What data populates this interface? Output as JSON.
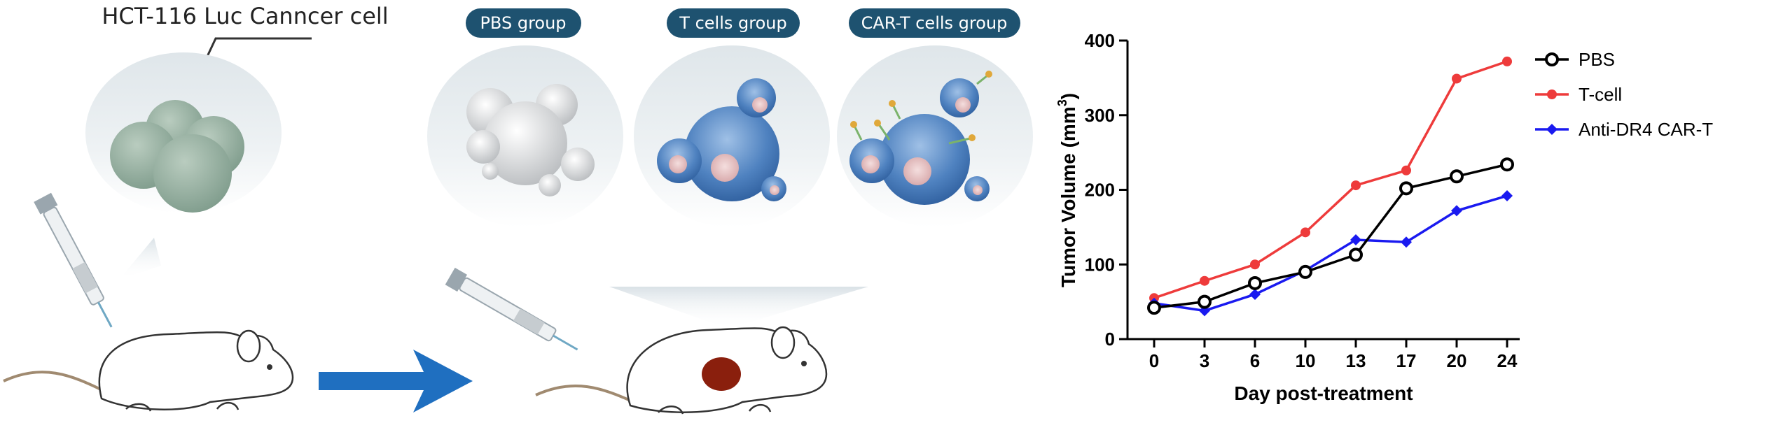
{
  "cell_label": "HCT-116 Luc Canncer cell",
  "groups": [
    {
      "label": "PBS group"
    },
    {
      "label": "T cells group"
    },
    {
      "label": "CAR-T cells group"
    }
  ],
  "colors": {
    "pill": "#1e5270",
    "arrow": "#1f6fc0",
    "cancer_cell": "#8fa89a",
    "t_cell": "#4f82c0",
    "tumor": "#8a1f0d",
    "pbs_line": "#000000",
    "tcell_line": "#ee3b3b",
    "cart_line": "#1a1af0"
  },
  "chart_data": {
    "type": "line",
    "xlabel": "Day post-treatment",
    "ylabel": "Tumor Volume (mm",
    "ylabel_sup": "3",
    "ylabel_end": ")",
    "categories": [
      "0",
      "3",
      "6",
      "10",
      "13",
      "17",
      "20",
      "24"
    ],
    "yticks": [
      "0",
      "100",
      "200",
      "300",
      "400"
    ],
    "ylim": [
      0,
      400
    ],
    "legend_position": "right",
    "series": [
      {
        "name": "PBS",
        "marker": "open-circle",
        "color": "#000000",
        "values": [
          42,
          50,
          75,
          90,
          113,
          202,
          218,
          234
        ]
      },
      {
        "name": "T-cell",
        "marker": "filled-circle",
        "color": "#ee3b3b",
        "values": [
          55,
          78,
          100,
          143,
          206,
          226,
          349,
          372
        ]
      },
      {
        "name": "Anti-DR4 CAR-T",
        "marker": "filled-diamond",
        "color": "#1a1af0",
        "values": [
          48,
          38,
          60,
          92,
          133,
          130,
          172,
          192
        ]
      }
    ]
  }
}
